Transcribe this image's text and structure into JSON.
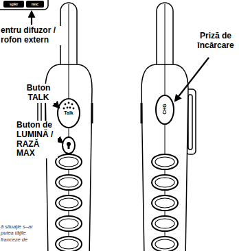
{
  "diagram": {
    "labels": [
      "spkr",
      "mic",
      "entru difuzor / rofon extern",
      "Buton TALK",
      "Talk",
      "Buton de LUMINĂ / RAZĂ MAX",
      "Priză de încărcare",
      "CHG",
      "ă situaţie s–ar putea tăţile franceze de"
    ]
  }
}
